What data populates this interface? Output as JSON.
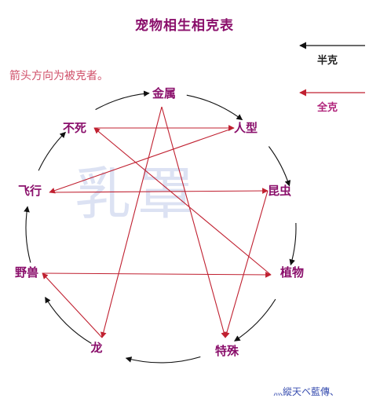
{
  "title": "宠物相生相克表",
  "note": "箭头方向为被克者。",
  "legend": {
    "half_label": "半克",
    "full_label": "全克",
    "half_color": "#111111",
    "full_color": "#c02030"
  },
  "watermark": "乳罩",
  "signature": "灬縱天ベ藍傳、",
  "nodes": {
    "jinshu": "金属",
    "renxing": "人型",
    "kunchong": "昆虫",
    "zhiwu": "植物",
    "teshu": "特殊",
    "long": "龙",
    "yeshou": "野兽",
    "feixing": "飞行",
    "busi": "不死"
  },
  "cycle_order": [
    "jinshu",
    "renxing",
    "kunchong",
    "zhiwu",
    "teshu",
    "long",
    "yeshou",
    "feixing",
    "busi"
  ],
  "full_restraints": [
    [
      "busi",
      "renxing"
    ],
    [
      "renxing",
      "feixing"
    ],
    [
      "feixing",
      "kunchong"
    ],
    [
      "yeshou",
      "zhiwu"
    ],
    [
      "zhiwu",
      "busi"
    ],
    [
      "long",
      "yeshou"
    ],
    [
      "jinshu",
      "long"
    ],
    [
      "jinshu",
      "teshu"
    ],
    [
      "kunchong",
      "teshu"
    ]
  ]
}
